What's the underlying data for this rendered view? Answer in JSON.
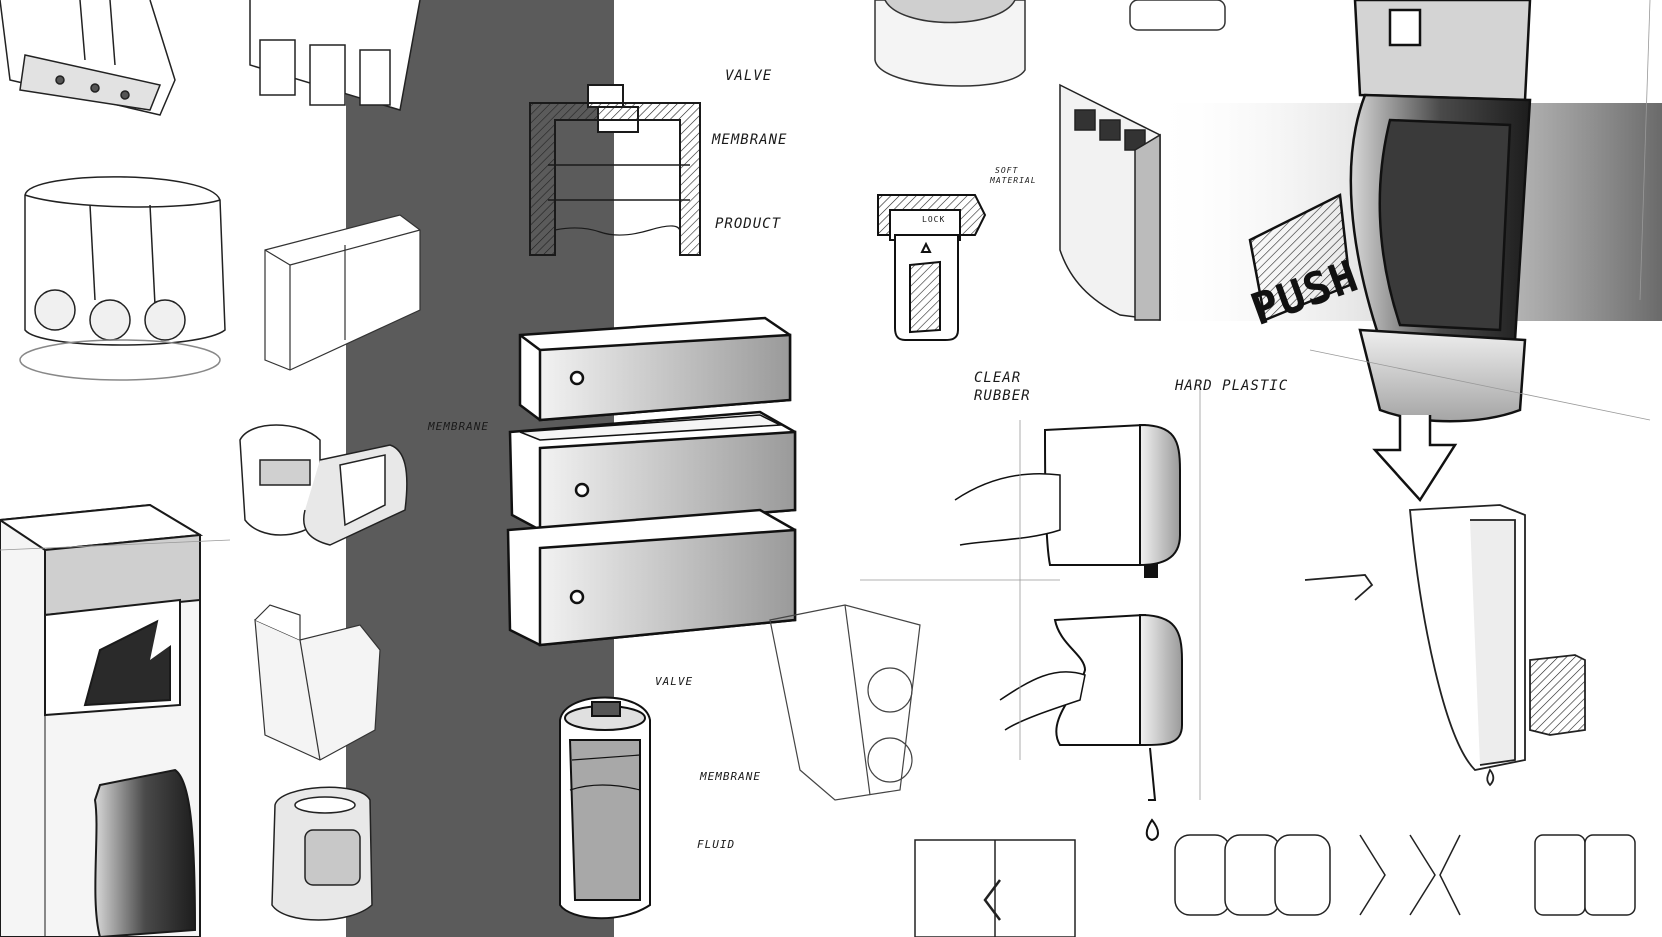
{
  "sketch_labels": {
    "valve_top": "VALVE",
    "membrane_top": "MEMBRANE",
    "product": "PRODUCT",
    "membrane_mid": "MEMBRANE",
    "valve_bottle": "VALVE",
    "membrane_bottle": "MEMBRANE",
    "fluid": "FLUID",
    "soft_material_1": "SOFT",
    "soft_material_2": "MATERIAL",
    "lock": "LOCK",
    "clear_rubber_1": "CLEAR",
    "clear_rubber_2": "RUBBER",
    "hard_plastic": "HARD PLASTIC",
    "push": "PUSH"
  },
  "colors": {
    "background": "#ffffff",
    "panel_dark": "#5b5b5b",
    "panel_right": "#6a6a6a",
    "ink": "#1a1a1a",
    "fill_mid": "#8a8a8a",
    "fill_light": "#d4d4d4"
  }
}
